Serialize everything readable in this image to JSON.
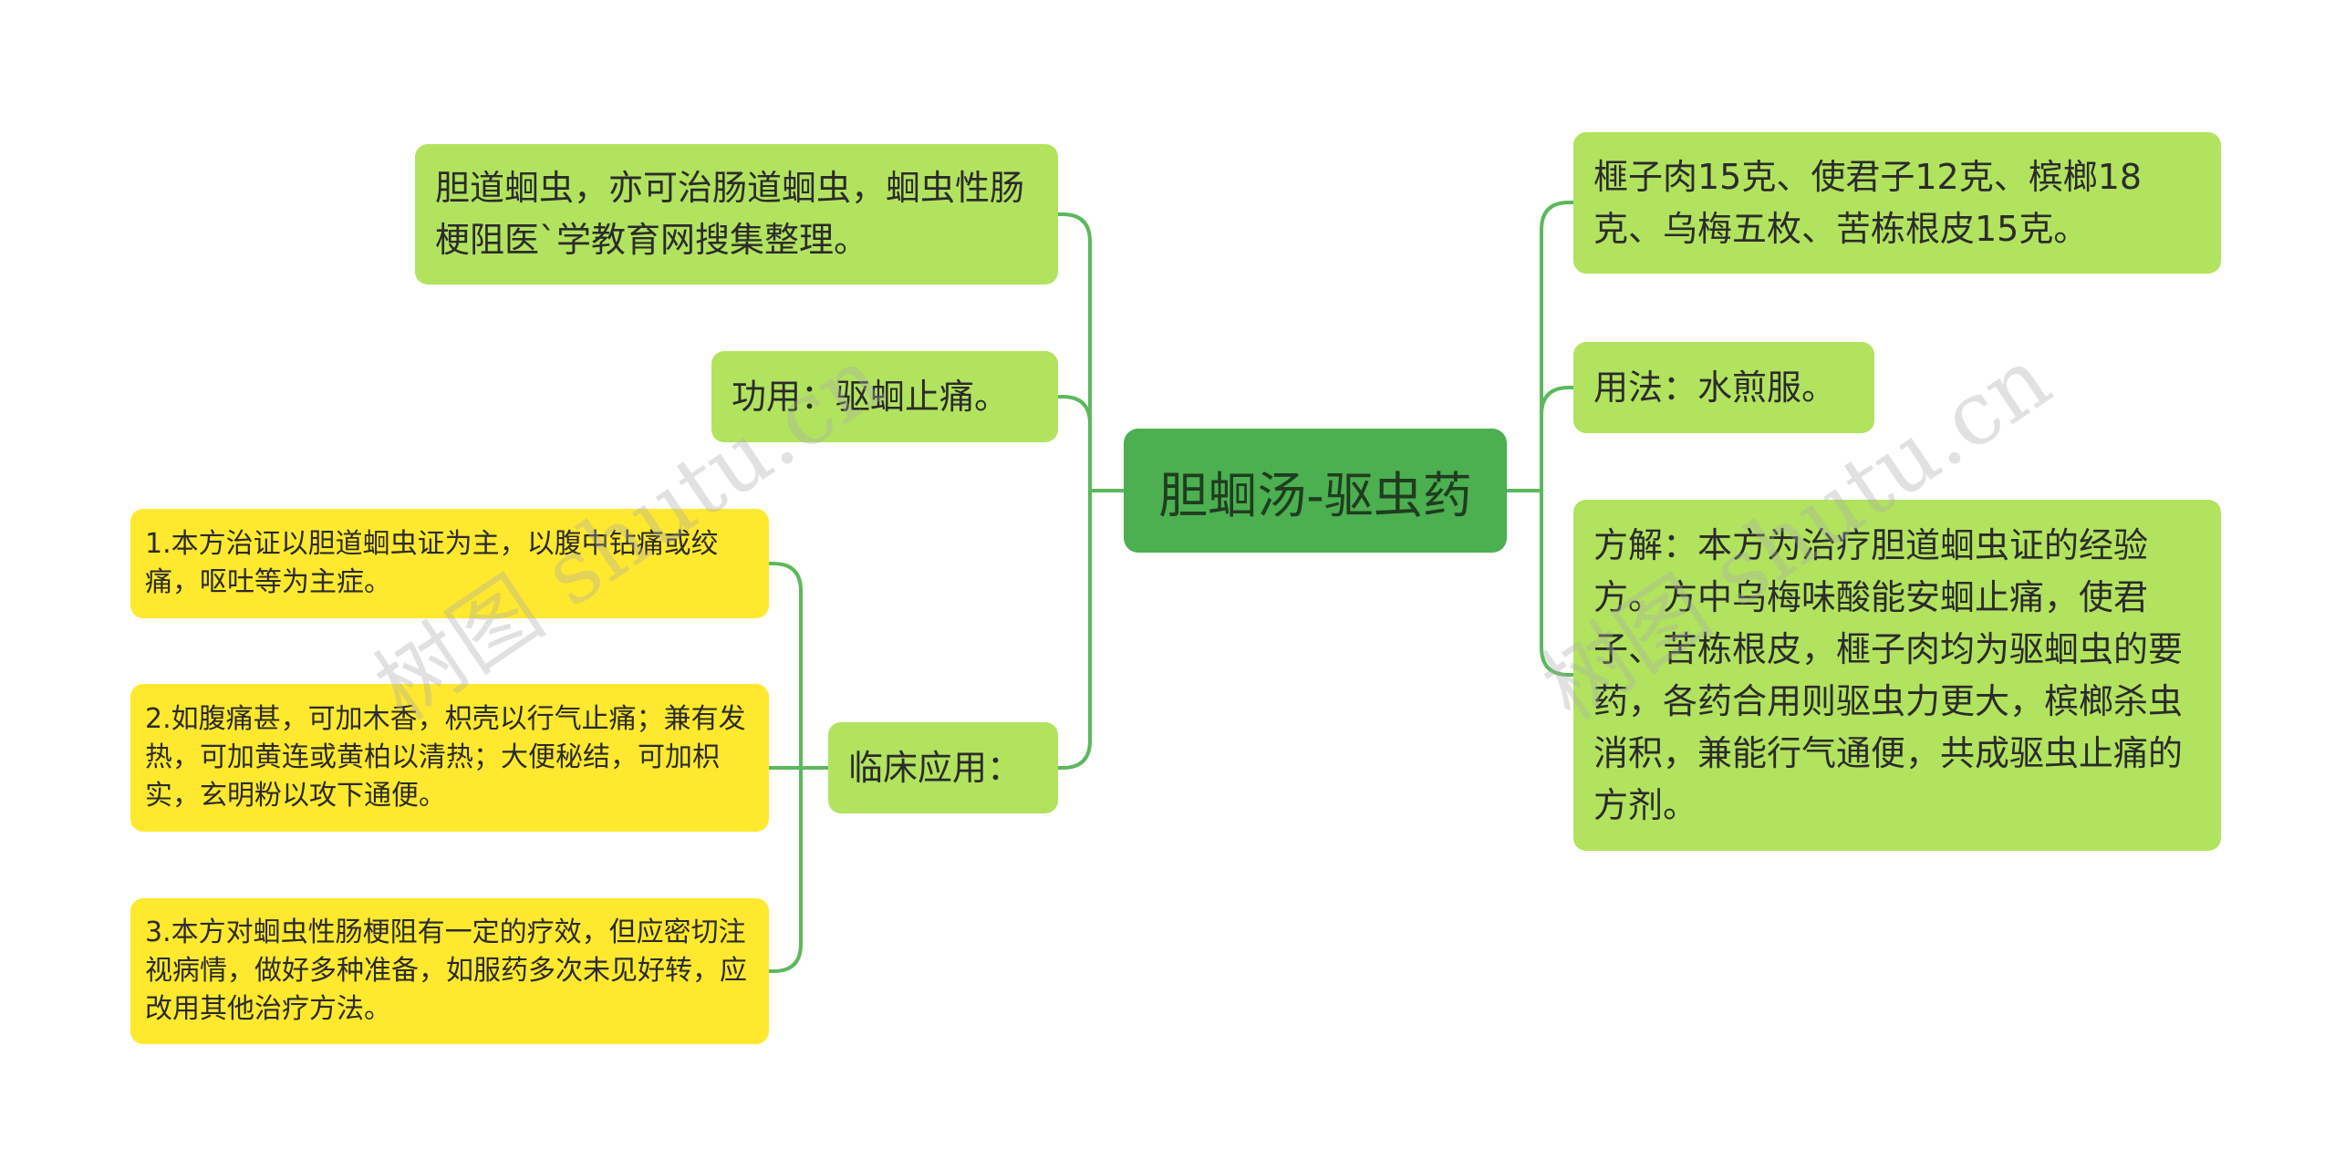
{
  "root": {
    "label": "胆蛔汤-驱虫药"
  },
  "left": {
    "indication": "胆道蛔虫，亦可治肠道蛔虫，蛔虫性肠梗阻医`学教育网搜集整理。",
    "function": "功用：驱蛔止痛。",
    "clinical": {
      "label": "临床应用：",
      "items": [
        "1.本方治证以胆道蛔虫证为主，以腹中钻痛或绞痛，呕吐等为主症。",
        "2.如腹痛甚，可加木香，枳壳以行气止痛；兼有发热，可加黄连或黄柏以清热；大便秘结，可加枳实，玄明粉以攻下通便。",
        "3.本方对蛔虫性肠梗阻有一定的疗效，但应密切注视病情，做好多种准备，如服药多次未见好转，应改用其他治疗方法。"
      ]
    }
  },
  "right": {
    "ingredients": "榧子肉15克、使君子12克、槟榔18克、乌梅五枚、苦栋根皮15克。",
    "usage": "用法：水煎服。",
    "explanation": "方解：本方为治疗胆道蛔虫证的经验方。方中乌梅味酸能安蛔止痛，使君子、苦栋根皮，榧子肉均为驱蛔虫的要药，各药合用则驱虫力更大，槟榔杀虫消积，兼能行气通便，共成驱虫止痛的方剂。"
  },
  "watermark": "树图 shutu.cn",
  "colors": {
    "root": "#4caf50",
    "branch": "#b2e35e",
    "leaf": "#ffe92e",
    "line": "#5cb85c"
  }
}
